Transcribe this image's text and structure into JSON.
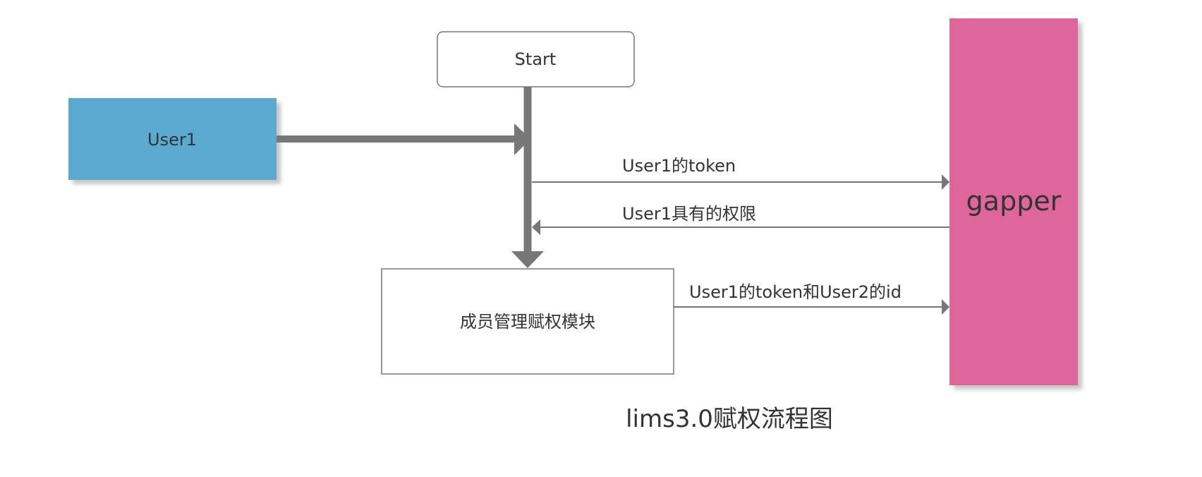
{
  "nodes": {
    "start": {
      "label": "Start"
    },
    "user1": {
      "label": "User1"
    },
    "gapper": {
      "label": "gapper"
    },
    "module": {
      "label": "成员管理赋权模块"
    }
  },
  "edges": {
    "token": {
      "label": "User1的token"
    },
    "permissions": {
      "label": "User1具有的权限"
    },
    "token_and_id": {
      "label": "User1的token和User2的id"
    }
  },
  "caption": "lims3.0赋权流程图",
  "colors": {
    "user1_fill": "#5AA9CF",
    "gapper_fill": "#DE669B",
    "arrow": "#777777",
    "box_border": "#777777",
    "text": "#333333"
  }
}
